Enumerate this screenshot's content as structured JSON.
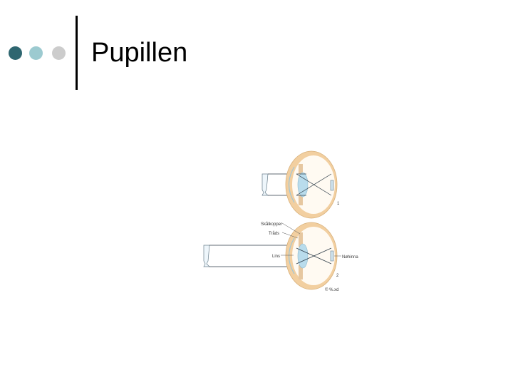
{
  "slide": {
    "title": "Pupillen",
    "bullets": [
      {
        "color": "#2e6670"
      },
      {
        "color": "#9ccad0"
      },
      {
        "color": "#cccccc"
      }
    ]
  },
  "figure": {
    "labels": {
      "panel1": "1",
      "panel2": "2",
      "pupil": "Skålkopper",
      "iris": "Tråds",
      "lens": "Lins",
      "retina": "Nøhinna",
      "credit": "© %.xd"
    },
    "colors": {
      "sclera": "#f2cfa0",
      "eye_fill": "#fffaf2",
      "lens": "#b9dcec",
      "ray": "#2b3a46",
      "iris": "#e6c7a0"
    }
  }
}
